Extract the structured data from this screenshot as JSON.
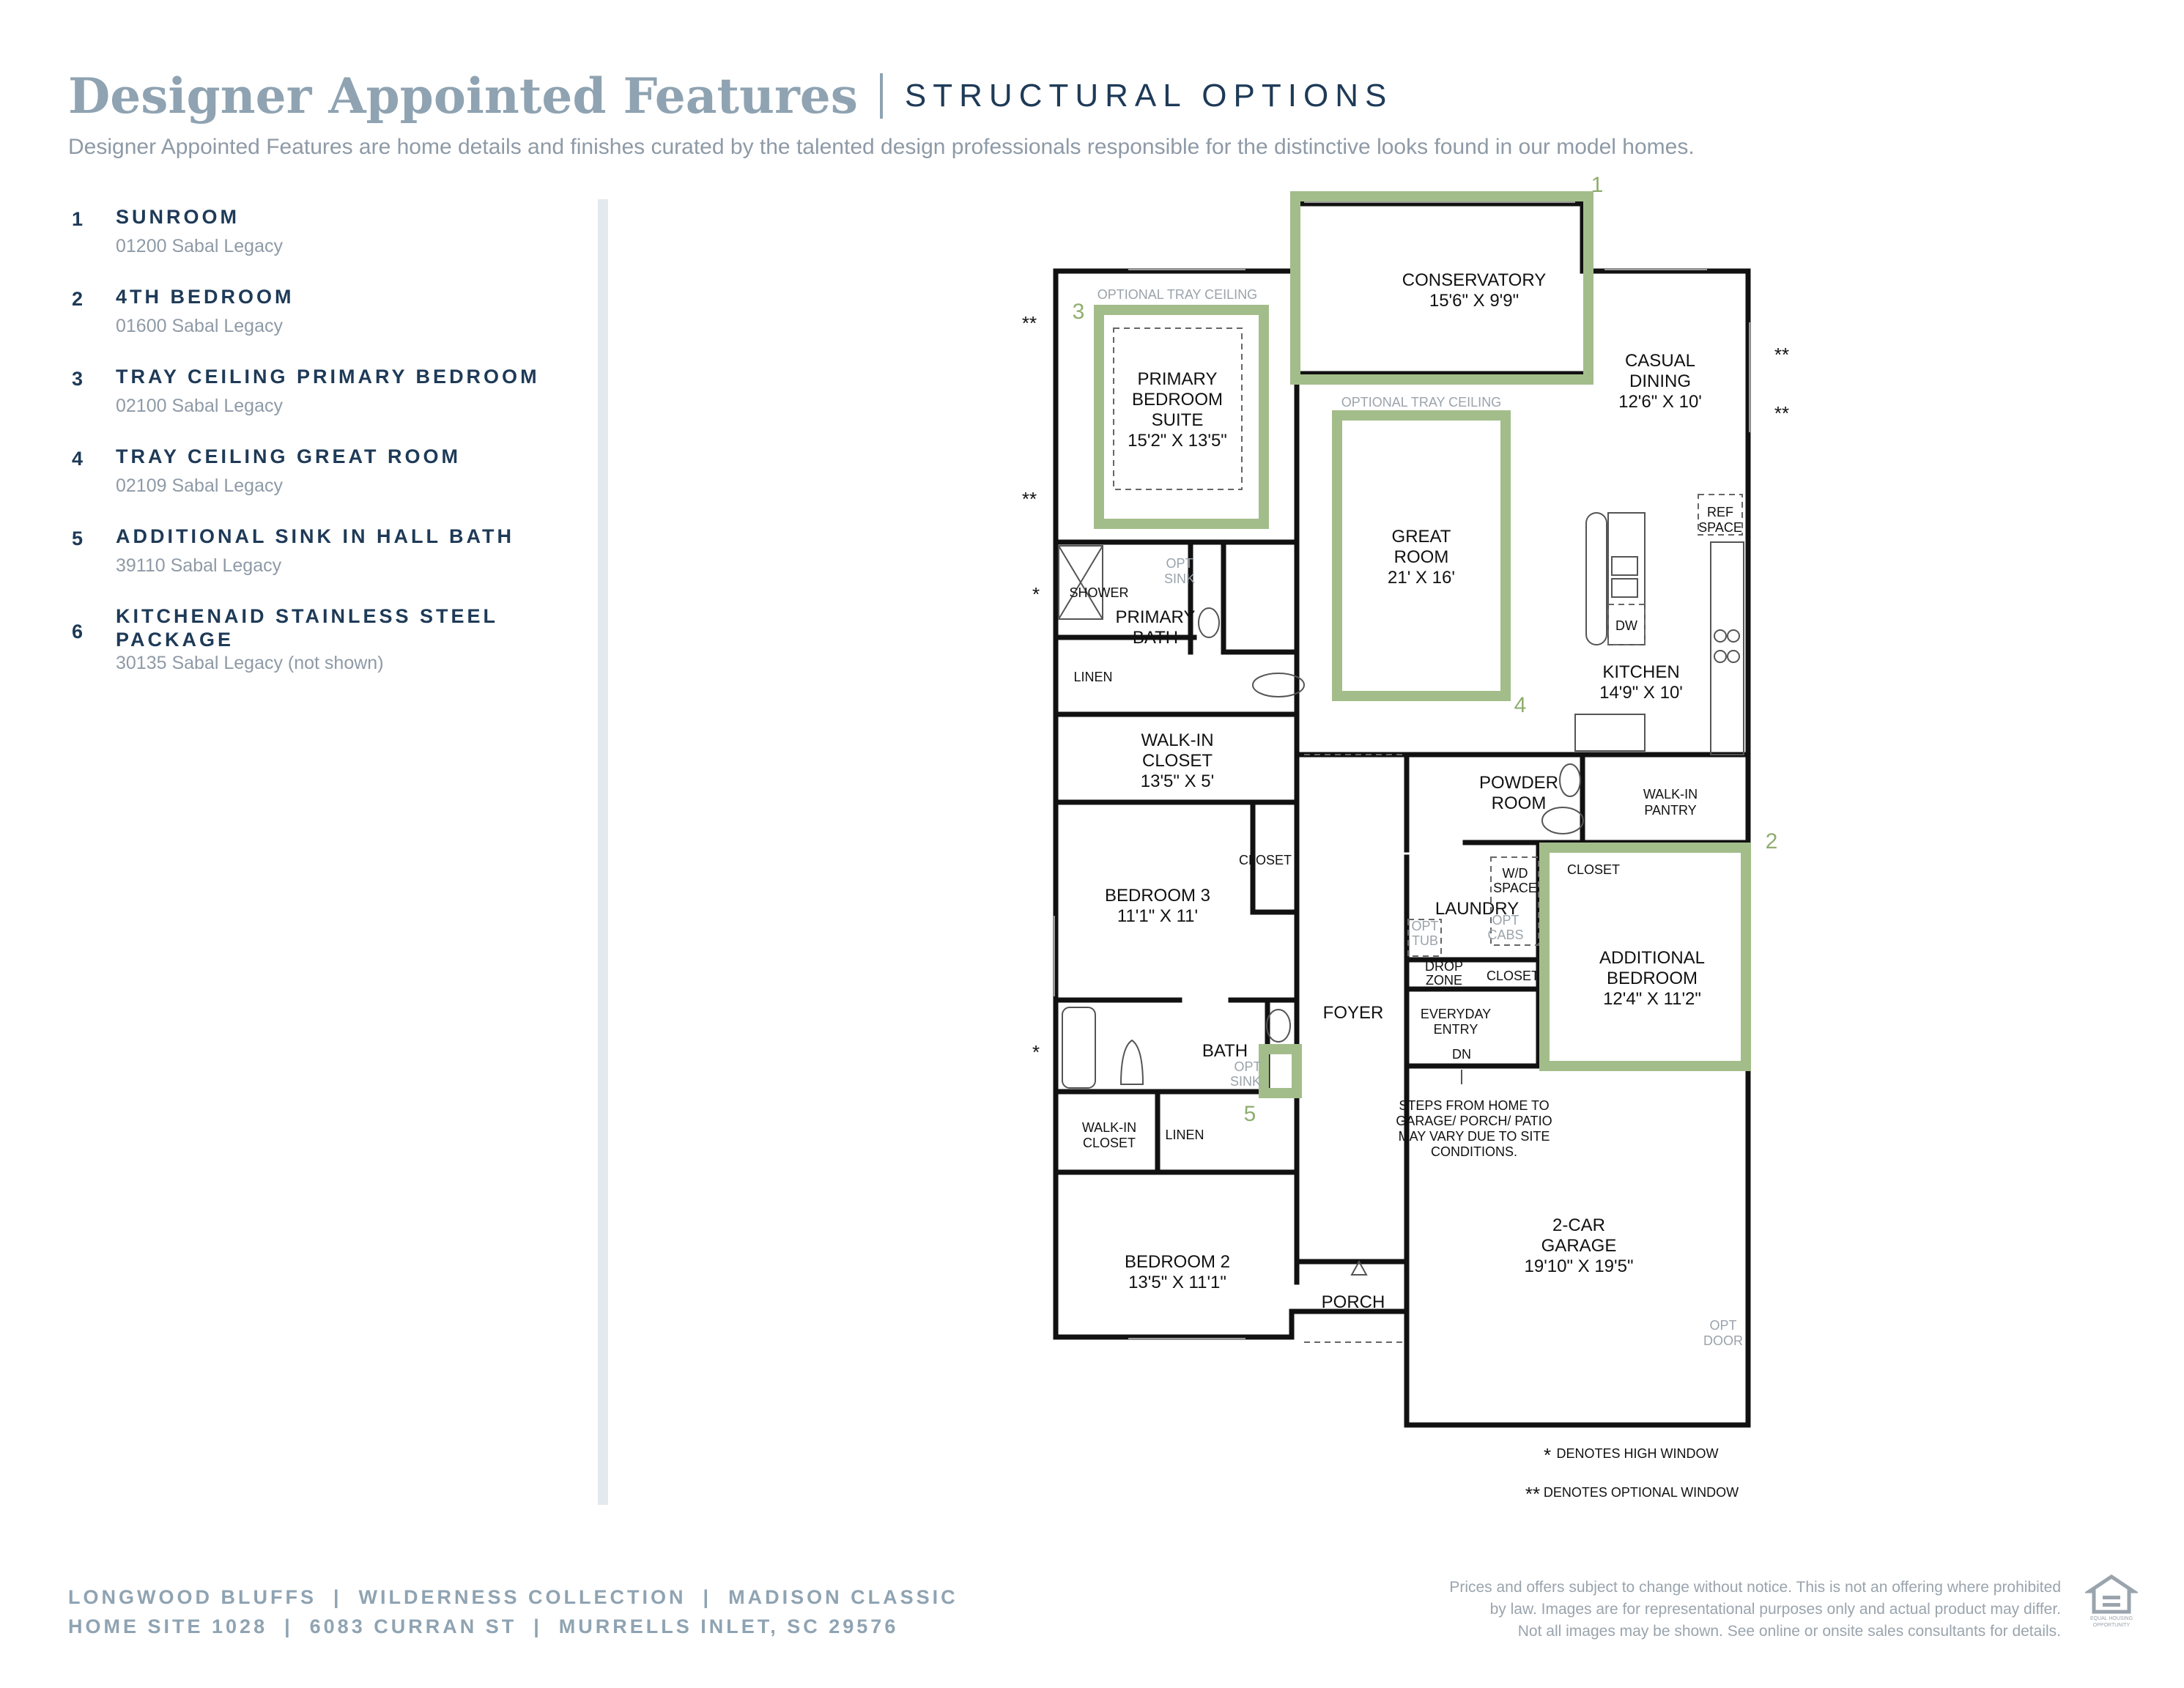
{
  "header": {
    "title": "Designer Appointed Features",
    "subtitle": "STRUCTURAL OPTIONS",
    "intro": "Designer Appointed Features are home details and finishes curated by the talented design professionals responsible for the distinctive looks found in our model homes."
  },
  "features": [
    {
      "num": "1",
      "name": "SUNROOM",
      "code": "01200 Sabal Legacy"
    },
    {
      "num": "2",
      "name": "4TH BEDROOM",
      "code": "01600 Sabal Legacy"
    },
    {
      "num": "3",
      "name": "TRAY CEILING PRIMARY BEDROOM",
      "code": "02100 Sabal Legacy"
    },
    {
      "num": "4",
      "name": "TRAY CEILING GREAT ROOM",
      "code": "02109 Sabal Legacy"
    },
    {
      "num": "5",
      "name": "ADDITIONAL SINK IN HALL BATH",
      "code": "39110 Sabal Legacy"
    },
    {
      "num": "6",
      "name": "KITCHENAID STAINLESS STEEL PACKAGE",
      "code": "30135 Sabal Legacy (not shown)"
    }
  ],
  "plan": {
    "rooms": {
      "conservatory": {
        "name": "CONSERVATORY",
        "size": "15'6\" X 9'9\""
      },
      "casual_dining": {
        "name1": "CASUAL",
        "name2": "DINING",
        "size": "12'6\" X 10'"
      },
      "primary_suite": {
        "name1": "PRIMARY",
        "name2": "BEDROOM",
        "name3": "SUITE",
        "size": "15'2\" X 13'5\""
      },
      "great_room": {
        "name1": "GREAT",
        "name2": "ROOM",
        "size": "21' X 16'"
      },
      "kitchen": {
        "name": "KITCHEN",
        "size": "14'9\" X 10'"
      },
      "primary_bath": {
        "name1": "PRIMARY",
        "name2": "BATH"
      },
      "walkin_closet": {
        "name1": "WALK-IN",
        "name2": "CLOSET",
        "size": "13'5\" X 5'"
      },
      "powder": {
        "name1": "POWDER",
        "name2": "ROOM"
      },
      "pantry": {
        "name1": "WALK-IN",
        "name2": "PANTRY"
      },
      "bedroom3": {
        "name": "BEDROOM 3",
        "size": "11'1\" X 11'"
      },
      "laundry": {
        "name": "LAUNDRY"
      },
      "additional_bedroom": {
        "name1": "ADDITIONAL",
        "name2": "BEDROOM",
        "size": "12'4\" X 11'2\""
      },
      "foyer": {
        "name": "FOYER"
      },
      "bath": {
        "name": "BATH"
      },
      "bedroom2": {
        "name": "BEDROOM 2",
        "size": "13'5\" X 11'1\""
      },
      "porch": {
        "name": "PORCH"
      },
      "garage": {
        "name1": "2-CAR",
        "name2": "GARAGE",
        "size": "19'10\" X 19'5\""
      }
    },
    "labels": {
      "tray_ceiling_1": "OPTIONAL TRAY CEILING",
      "tray_ceiling_2": "OPTIONAL TRAY CEILING",
      "shower": "SHOWER",
      "opt": "OPT",
      "sink": "SINK",
      "linen": "LINEN",
      "closet": "CLOSET",
      "ref1": "REF",
      "ref2": "SPACE",
      "dw": "DW",
      "wd1": "W/D",
      "wd2": "SPACE",
      "cabs": "CABS",
      "tub": "TUB",
      "drop1": "DROP",
      "drop2": "ZONE",
      "everyday1": "EVERYDAY",
      "everyday2": "ENTRY",
      "dn": "DN",
      "walkin_closet_small1": "WALK-IN",
      "walkin_closet_small2": "CLOSET",
      "door": "DOOR",
      "steps1": "STEPS FROM HOME TO",
      "steps2": "GARAGE/ PORCH/ PATIO",
      "steps3": "MAY VARY DUE TO SITE",
      "steps4": "CONDITIONS.",
      "high_window": "DENOTES HIGH WINDOW",
      "optional_window": "DENOTES OPTIONAL WINDOW",
      "star": "*",
      "dstar": "**"
    },
    "markers": [
      "1",
      "2",
      "3",
      "4",
      "5"
    ]
  },
  "footer": {
    "line1": "LONGWOOD BLUFFS  |  WILDERNESS COLLECTION  |  MADISON CLASSIC",
    "line2": "HOME SITE 1028  |  6083 CURRAN ST  |  MURRELLS INLET, SC 29576",
    "disclaimer1": "Prices and offers subject to change without notice. This is not an offering where prohibited",
    "disclaimer2": "by law. Images are for representational purposes only and actual product may differ.",
    "disclaimer3": "Not all images may be shown. See online or onsite sales consultants for details.",
    "eho_label1": "EQUAL HOUSING",
    "eho_label2": "OPPORTUNITY"
  },
  "colors": {
    "navy": "#1e3a57",
    "slate": "#8fa3b2",
    "gray": "#8e9aa6",
    "highlight_green": "#a3bd8a",
    "marker_green": "#8fad6e"
  }
}
